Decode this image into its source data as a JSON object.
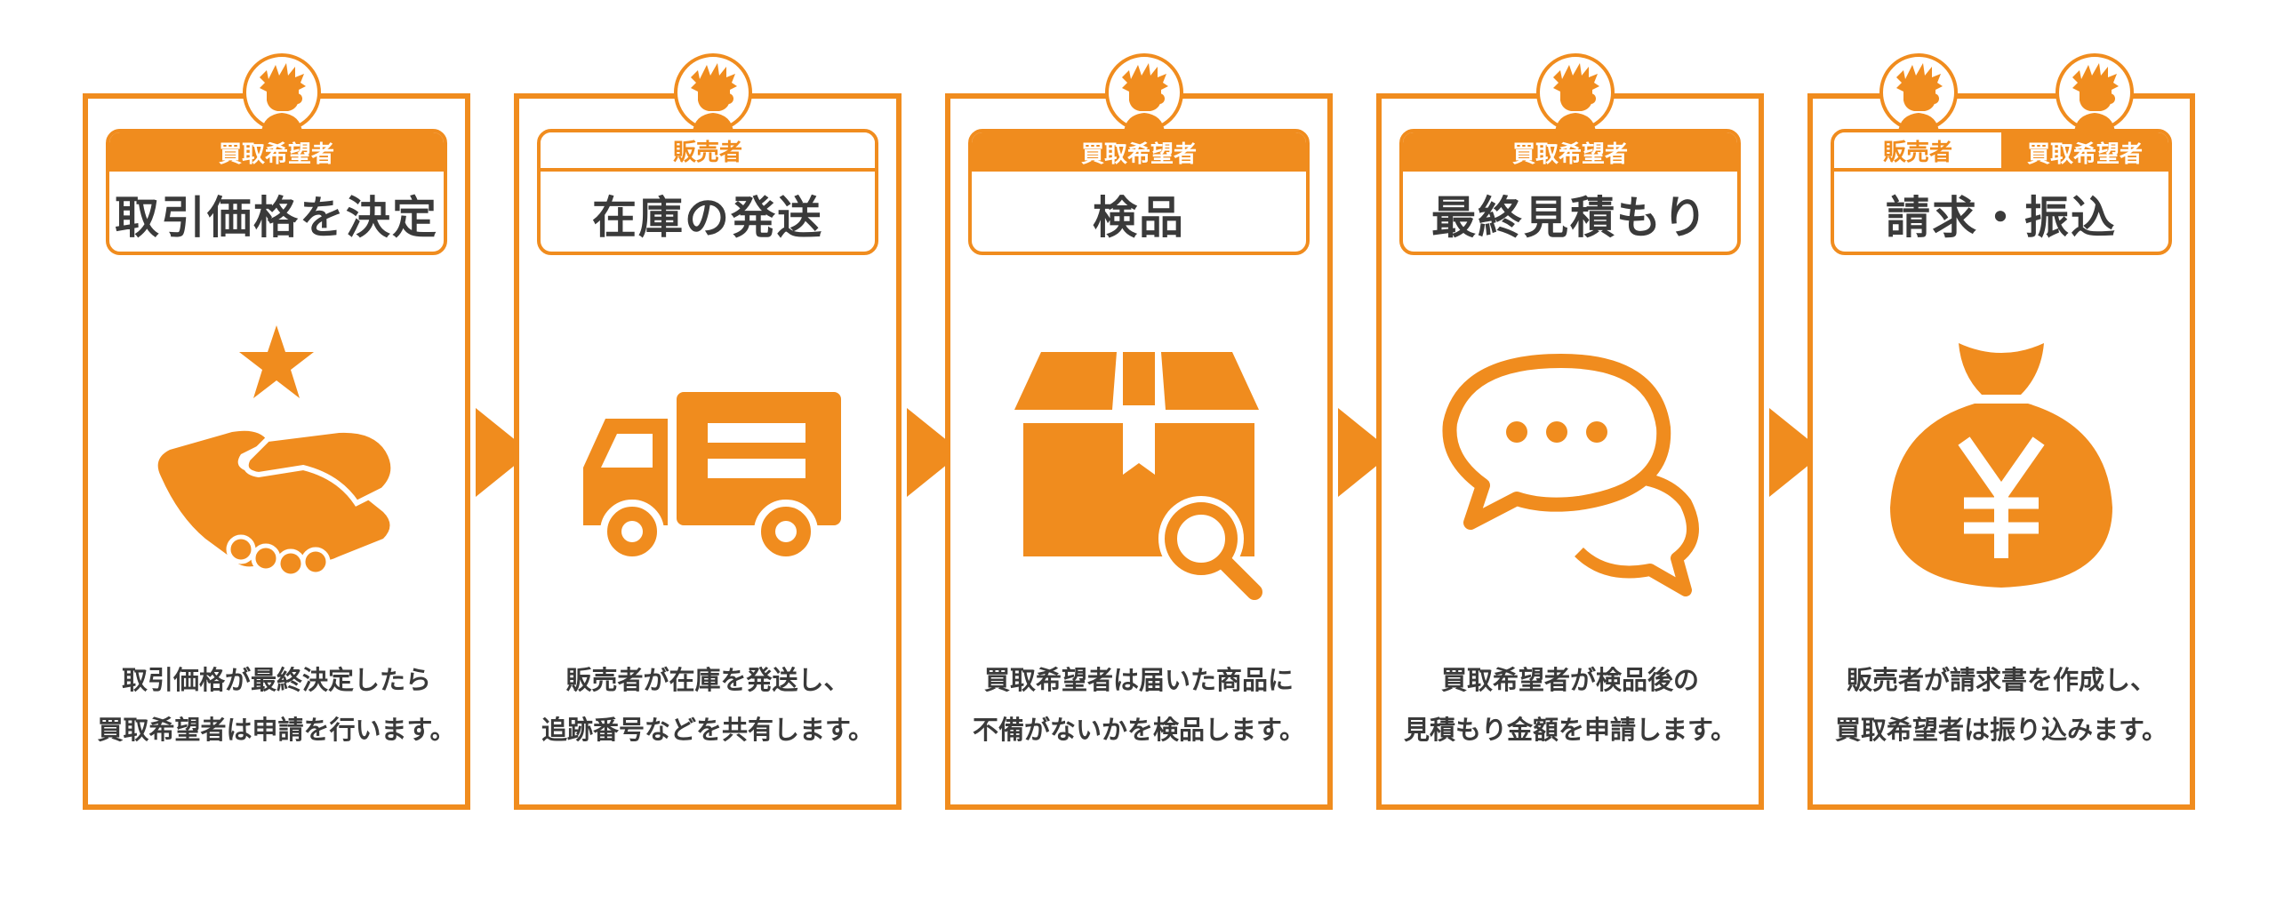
{
  "brand_color": "#F08C1E",
  "text_color": "#3a3a3a",
  "steps": [
    {
      "roles": [
        {
          "label": "買取希望者",
          "style": "filled"
        }
      ],
      "title": "取引価格を決定",
      "icon": "handshake-star-icon",
      "desc_line1": "取引価格が最終決定したら",
      "desc_line2": "買取希望者は申請を行います。"
    },
    {
      "roles": [
        {
          "label": "販売者",
          "style": "outline"
        }
      ],
      "title": "在庫の発送",
      "icon": "truck-icon",
      "desc_line1": "販売者が在庫を発送し、",
      "desc_line2": "追跡番号などを共有します。"
    },
    {
      "roles": [
        {
          "label": "買取希望者",
          "style": "filled"
        }
      ],
      "title": "検品",
      "icon": "box-search-icon",
      "desc_line1": "買取希望者は届いた商品に",
      "desc_line2": "不備がないかを検品します。"
    },
    {
      "roles": [
        {
          "label": "買取希望者",
          "style": "filled"
        }
      ],
      "title": "最終見積もり",
      "icon": "speech-bubbles-icon",
      "desc_line1": "買取希望者が検品後の",
      "desc_line2": "見積もり金額を申請します。"
    },
    {
      "roles": [
        {
          "label": "販売者",
          "style": "outline"
        },
        {
          "label": "買取希望者",
          "style": "filled"
        }
      ],
      "title": "請求・振込",
      "icon": "yen-money-bag-icon",
      "desc_line1": "販売者が請求書を作成し、",
      "desc_line2": "買取希望者は振り込みます。"
    }
  ]
}
